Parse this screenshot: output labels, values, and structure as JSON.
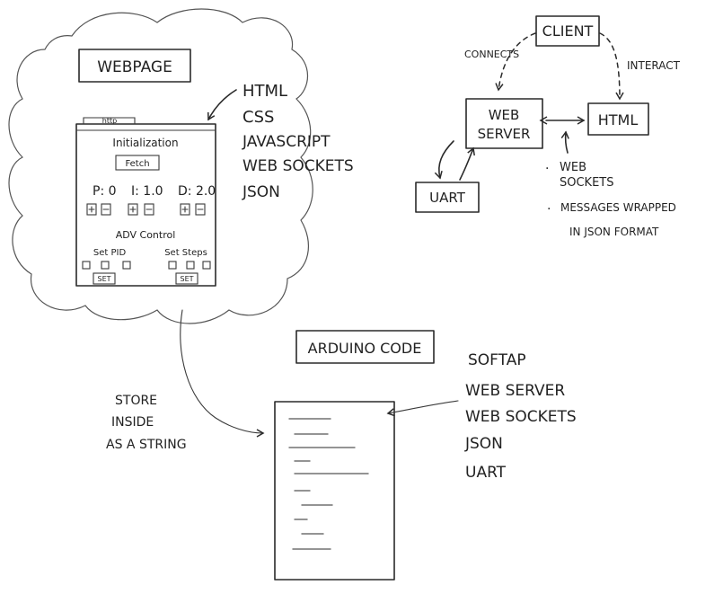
{
  "cloud": {
    "title": "WEBPAGE",
    "mockup": {
      "tab": "http",
      "heading": "Initialization",
      "fetch_button": "Fetch",
      "p_value": "P: 0",
      "i_value": "I: 1.0",
      "d_value": "D: 2.0",
      "adv_control": "ADV Control",
      "set_pid": "Set PID",
      "set_steps": "Set Steps",
      "set_button_left": "SET",
      "set_button_right": "SET"
    },
    "tech_list": [
      "HTML",
      "CSS",
      "JAVASCRIPT",
      "WEB SOCKETS",
      "JSON"
    ]
  },
  "network": {
    "client": "CLIENT",
    "connects": "CONNECTS",
    "interact": "INTERACT",
    "web_server_line1": "WEB",
    "web_server_line2": "SERVER",
    "html": "HTML",
    "uart": "UART",
    "notes": [
      {
        "line1": "WEB",
        "line2": "SOCKETS"
      },
      {
        "line1": "MESSAGES WRAPPED",
        "line2": "IN JSON FORMAT"
      }
    ]
  },
  "arduino": {
    "title": "ARDUINO CODE",
    "store_note": [
      "STORE",
      "INSIDE",
      "AS A STRING"
    ],
    "features": [
      "SOFTAP",
      "WEB SERVER",
      "WEB SOCKETS",
      "JSON",
      "UART"
    ]
  },
  "colors": {
    "ink": "#222222",
    "paper": "#ffffff"
  }
}
